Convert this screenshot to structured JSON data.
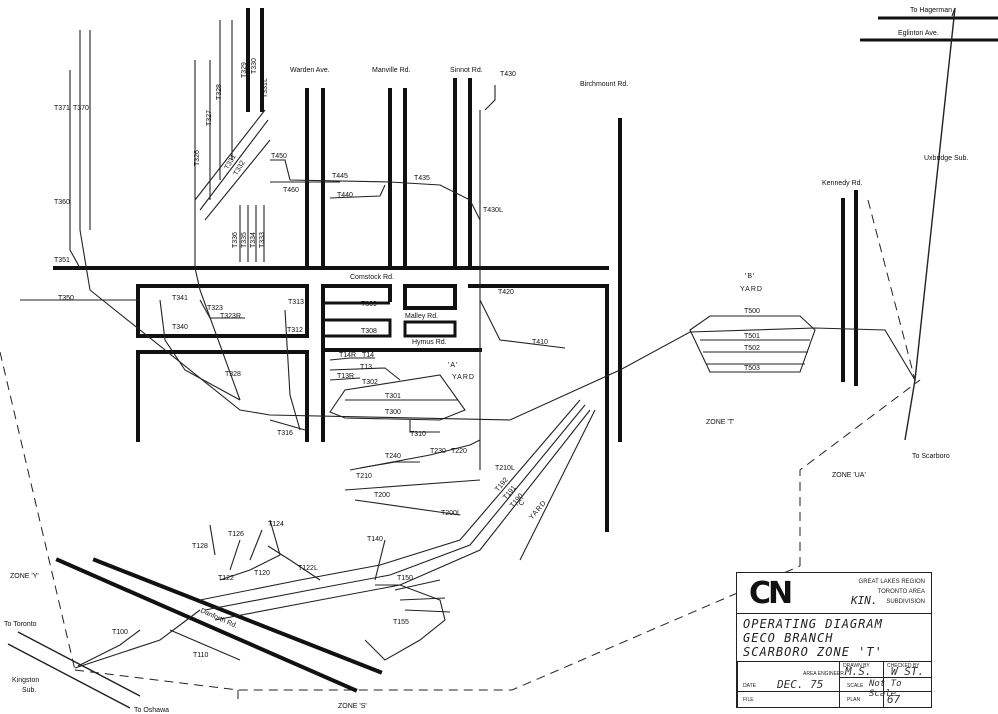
{
  "roads": {
    "warden": "Warden Ave.",
    "manville": "Manville Rd.",
    "sinnot": "Sinnot Rd.",
    "birchmount": "Birchmount Rd.",
    "kennedy": "Kennedy Rd.",
    "comstock": "Comstock Rd.",
    "malley": "Malley Rd.",
    "hymus": "Hymus Rd.",
    "danforth": "Danforth Rd.",
    "eglinton": "Eglinton Ave.",
    "to_hagerman": "To Hagerman",
    "uxbridge": "Uxbridge Sub.",
    "to_scarboro": "To Scarboro",
    "to_toronto": "To Toronto",
    "to_oshawa": "To Oshawa",
    "kingston": "Kingston",
    "kingston_sub": "Sub."
  },
  "yards": {
    "b_mark": "'B'",
    "b_word": "YARD",
    "a_mark": "'A'",
    "a_word": "YARD",
    "c_mark": "'C'",
    "c_word": "YARD"
  },
  "zones": {
    "y": "ZONE 'Y'",
    "t": "ZONE 'T'",
    "ua": "ZONE 'UA'",
    "s": "ZONE 'S'"
  },
  "tracks": {
    "T371": "T371",
    "T370": "T370",
    "T360": "T360",
    "T351": "T351",
    "T350": "T350",
    "T326": "T326",
    "T327": "T327",
    "T328top": "T328",
    "T329": "T329",
    "T330": "T330",
    "T331L": "T331L",
    "T331": "T331",
    "T332": "T332",
    "T336": "T336",
    "T335": "T335",
    "T334": "T334",
    "T333": "T333",
    "T450": "T450",
    "T460": "T460",
    "T445": "T445",
    "T440": "T440",
    "T435": "T435",
    "T430": "T430",
    "T430L": "T430L",
    "T420": "T420",
    "T410": "T410",
    "T341": "T341",
    "T323": "T323",
    "T323R": "T323R",
    "T313": "T313",
    "T340": "T340",
    "T312": "T312",
    "T328": "T328",
    "T316": "T316",
    "T309": "T309",
    "T308": "T308",
    "T14R": "T14R",
    "T14": "T14",
    "T13": "T13",
    "T13R": "T13R",
    "T302": "T302",
    "T301": "T301",
    "T300": "T300",
    "T310": "T310",
    "T240": "T240",
    "T230": "T230",
    "T220": "T220",
    "T210": "T210",
    "T210L": "T210L",
    "T200": "T200",
    "T200L": "T200L",
    "T192": "T192",
    "T191": "T191",
    "T190": "T190",
    "T500": "T500",
    "T501": "T501",
    "T502": "T502",
    "T503": "T503",
    "T128": "T128",
    "T126": "T126",
    "T124": "T124",
    "T122": "T122",
    "T120": "T120",
    "T122L": "T122L",
    "T140": "T140",
    "T150": "T150",
    "T155": "T155",
    "T100": "T100",
    "T110": "T110"
  },
  "title_block": {
    "logo": "CN",
    "region": "GREAT LAKES REGION",
    "area": "TORONTO AREA",
    "subdivision_name": "KIN.",
    "subdivision_label": "SUBDIVISION",
    "line1": "OPERATING DIAGRAM",
    "line2": "GECO BRANCH",
    "line3": "SCARBORO ZONE 'T'",
    "drawn_by_label": "DRAWN BY",
    "drawn_by": "M.S.",
    "checked_by_label": "CHECKED BY",
    "checked_by": "W ST.",
    "area_engineer_label": "AREA ENGINEER",
    "date_label": "DATE",
    "date": "DEC. 75",
    "scale_label": "SCALE",
    "scale": "Not To Scale",
    "file_label": "FILE",
    "plan_label": "PLAN",
    "plan": "67"
  }
}
